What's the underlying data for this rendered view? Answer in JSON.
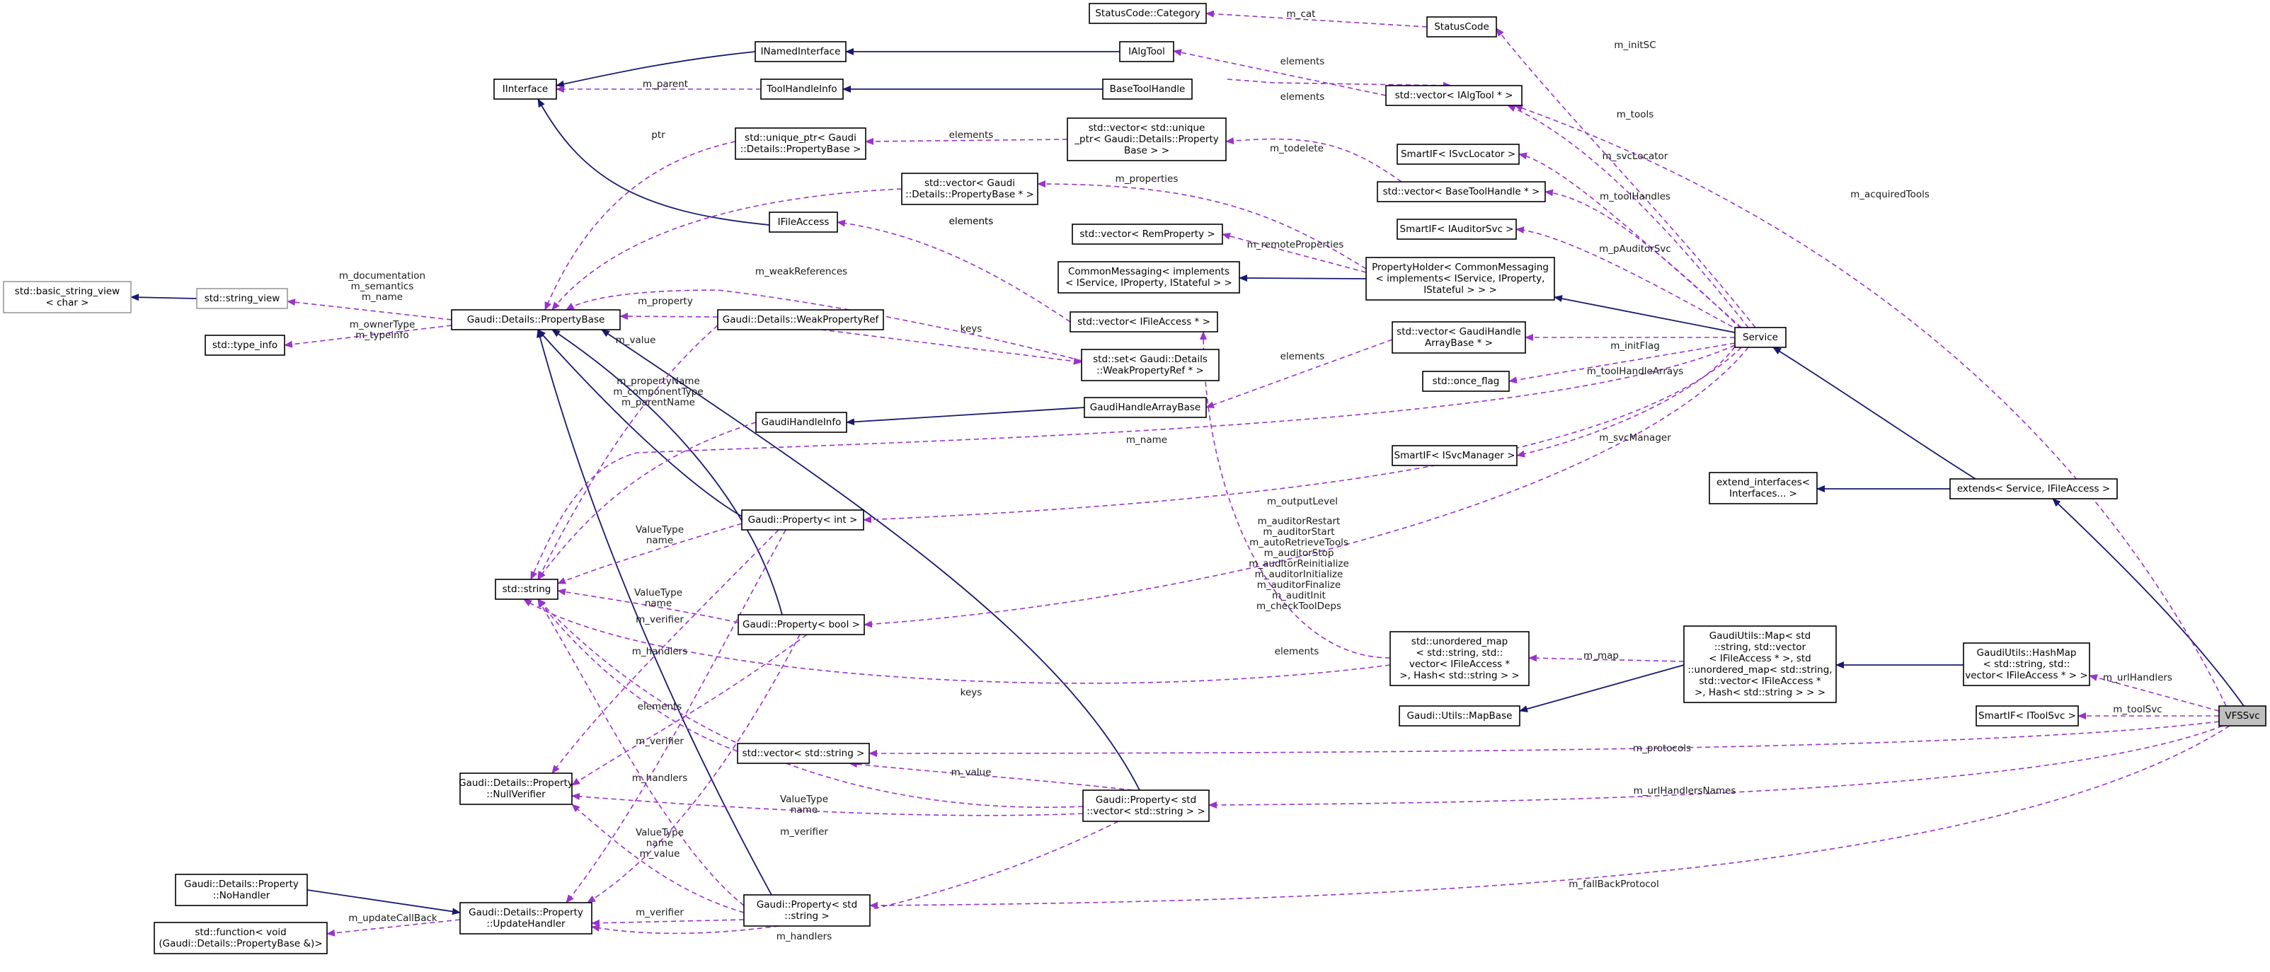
{
  "diagram": {
    "nodes": [
      {
        "id": "status_code_category",
        "label": [
          "StatusCode::Category"
        ]
      },
      {
        "id": "status_code",
        "label": [
          "StatusCode"
        ]
      },
      {
        "id": "inamed_interface",
        "label": [
          "INamedInterface"
        ]
      },
      {
        "id": "ialg_tool",
        "label": [
          "IAlgTool"
        ]
      },
      {
        "id": "iinterface",
        "label": [
          "IInterface"
        ]
      },
      {
        "id": "tool_handle_info",
        "label": [
          "ToolHandleInfo"
        ]
      },
      {
        "id": "base_tool_handle",
        "label": [
          "BaseToolHandle"
        ]
      },
      {
        "id": "vector_ialgtool",
        "label": [
          "std::vector< IAlgTool * >"
        ]
      },
      {
        "id": "unique_ptr_pb",
        "label": [
          "std::unique_ptr< Gaudi",
          "::Details::PropertyBase >"
        ]
      },
      {
        "id": "vector_unique_ptr_pb",
        "label": [
          "std::vector< std::unique",
          "_ptr< Gaudi::Details::Property",
          "Base > >"
        ]
      },
      {
        "id": "smartif_isvclocator",
        "label": [
          "SmartIF< ISvcLocator >"
        ]
      },
      {
        "id": "vector_pb_ptr",
        "label": [
          "std::vector< Gaudi",
          "::Details::PropertyBase * >"
        ]
      },
      {
        "id": "vector_basetoolhandle",
        "label": [
          "std::vector< BaseToolHandle * >"
        ]
      },
      {
        "id": "ifile_access",
        "label": [
          "IFileAccess"
        ]
      },
      {
        "id": "smartif_iauditorsvc",
        "label": [
          "SmartIF< IAuditorSvc >"
        ]
      },
      {
        "id": "vector_remproperty",
        "label": [
          "std::vector< RemProperty >"
        ]
      },
      {
        "id": "basic_string_view",
        "label": [
          "std::basic_string_view",
          "< char >"
        ]
      },
      {
        "id": "string_view",
        "label": [
          "std::string_view"
        ]
      },
      {
        "id": "common_messaging",
        "label": [
          "CommonMessaging< implements",
          "< IService, IProperty, IStateful > >"
        ]
      },
      {
        "id": "property_holder",
        "label": [
          "PropertyHolder< CommonMessaging",
          "< implements< IService, IProperty,",
          "IStateful > > >"
        ]
      },
      {
        "id": "weak_property_ref",
        "label": [
          "Gaudi::Details::WeakPropertyRef"
        ]
      },
      {
        "id": "property_base",
        "label": [
          "Gaudi::Details::PropertyBase"
        ]
      },
      {
        "id": "vector_ifileaccess",
        "label": [
          "std::vector< IFileAccess * >"
        ]
      },
      {
        "id": "type_info",
        "label": [
          "std::type_info"
        ]
      },
      {
        "id": "set_weakpropertyref",
        "label": [
          "std::set< Gaudi::Details",
          "::WeakPropertyRef * >"
        ]
      },
      {
        "id": "vector_gaudihandlearraybase",
        "label": [
          "std::vector< GaudiHandle",
          "ArrayBase * >"
        ]
      },
      {
        "id": "service",
        "label": [
          "Service"
        ]
      },
      {
        "id": "once_flag",
        "label": [
          "std::once_flag"
        ]
      },
      {
        "id": "gaudi_handle_array_base",
        "label": [
          "GaudiHandleArrayBase"
        ]
      },
      {
        "id": "gaudi_handle_info",
        "label": [
          "GaudiHandleInfo"
        ]
      },
      {
        "id": "smartif_isvcmanager",
        "label": [
          "SmartIF< ISvcManager >"
        ]
      },
      {
        "id": "extend_interfaces",
        "label": [
          "extend_interfaces<",
          "Interfaces... >"
        ]
      },
      {
        "id": "extends_service",
        "label": [
          "extends< Service, IFileAccess >"
        ]
      },
      {
        "id": "property_int",
        "label": [
          "Gaudi::Property< int >"
        ]
      },
      {
        "id": "std_string",
        "label": [
          "std::string"
        ]
      },
      {
        "id": "property_bool",
        "label": [
          "Gaudi::Property< bool >"
        ]
      },
      {
        "id": "unordered_map",
        "label": [
          "std::unordered_map",
          "< std::string, std::",
          "vector< IFileAccess *",
          " >, Hash< std::string > >"
        ]
      },
      {
        "id": "gaudi_utils_map",
        "label": [
          "GaudiUtils::Map< std",
          "::string, std::vector",
          "< IFileAccess * >, std",
          "::unordered_map< std::string,",
          "std::vector< IFileAccess *",
          " >, Hash< std::string > > >"
        ]
      },
      {
        "id": "gaudi_utils_hashmap",
        "label": [
          "GaudiUtils::HashMap",
          "< std::string, std::",
          "vector< IFileAccess * > >"
        ]
      },
      {
        "id": "gaudi_utils_mapbase",
        "label": [
          "Gaudi::Utils::MapBase"
        ]
      },
      {
        "id": "smartif_itoolsvc",
        "label": [
          "SmartIF< IToolSvc >"
        ]
      },
      {
        "id": "vfssvc",
        "label": [
          "VFSSvc"
        ]
      },
      {
        "id": "vector_string",
        "label": [
          "std::vector< std::string >"
        ]
      },
      {
        "id": "null_verifier",
        "label": [
          "Gaudi::Details::Property",
          "::NullVerifier"
        ]
      },
      {
        "id": "property_vector_string",
        "label": [
          "Gaudi::Property< std",
          "::vector< std::string > >"
        ]
      },
      {
        "id": "no_handler",
        "label": [
          "Gaudi::Details::Property",
          "::NoHandler"
        ]
      },
      {
        "id": "update_handler",
        "label": [
          "Gaudi::Details::Property",
          "::UpdateHandler"
        ]
      },
      {
        "id": "property_string",
        "label": [
          "Gaudi::Property< std",
          "::string >"
        ]
      },
      {
        "id": "std_function",
        "label": [
          "std::function< void",
          "(Gaudi::Details::PropertyBase &)>"
        ]
      }
    ],
    "edge_labels": [
      {
        "id": "m_cat",
        "lines": [
          "m_cat"
        ]
      },
      {
        "id": "m_initsc",
        "lines": [
          "m_initSC"
        ]
      },
      {
        "id": "elements_ialgtool",
        "lines": [
          "elements"
        ]
      },
      {
        "id": "m_parent",
        "lines": [
          "m_parent"
        ]
      },
      {
        "id": "elements_basetoolhandle",
        "lines": [
          "elements"
        ]
      },
      {
        "id": "m_tools",
        "lines": [
          "m_tools"
        ]
      },
      {
        "id": "m_acquiredtools",
        "lines": [
          "m_acquiredTools"
        ]
      },
      {
        "id": "ptr",
        "lines": [
          "ptr"
        ]
      },
      {
        "id": "elements_unique_ptr",
        "lines": [
          "elements"
        ]
      },
      {
        "id": "m_todelete",
        "lines": [
          "m_todelete"
        ]
      },
      {
        "id": "m_svclocator",
        "lines": [
          "m_svcLocator"
        ]
      },
      {
        "id": "m_properties",
        "lines": [
          "m_properties"
        ]
      },
      {
        "id": "m_toolhandles",
        "lines": [
          "m_toolHandles"
        ]
      },
      {
        "id": "elements_pb_ptr",
        "lines": [
          "elements"
        ]
      },
      {
        "id": "elements_ifileaccess",
        "lines": [
          "elements"
        ]
      },
      {
        "id": "m_remoteproperties",
        "lines": [
          "m_remoteProperties"
        ]
      },
      {
        "id": "m_pauditorsvc",
        "lines": [
          "m_pAuditorSvc"
        ]
      },
      {
        "id": "m_weakreferences",
        "lines": [
          "m_weakReferences"
        ]
      },
      {
        "id": "m_documentation",
        "lines": [
          "m_documentation",
          "m_semantics",
          "m_name"
        ]
      },
      {
        "id": "m_property",
        "lines": [
          "m_property"
        ]
      },
      {
        "id": "m_ownertype",
        "lines": [
          "m_ownerType",
          "m_typeinfo"
        ]
      },
      {
        "id": "keys_weakref",
        "lines": [
          "keys"
        ]
      },
      {
        "id": "m_value_weak",
        "lines": [
          "m_value"
        ]
      },
      {
        "id": "m_toolhandlearrays",
        "lines": [
          "m_toolHandleArrays"
        ]
      },
      {
        "id": "elements_gharraybase",
        "lines": [
          "elements"
        ]
      },
      {
        "id": "m_initflag",
        "lines": [
          "m_initFlag"
        ]
      },
      {
        "id": "m_propertyname",
        "lines": [
          "m_propertyName",
          "m_componentType",
          "m_parentName"
        ]
      },
      {
        "id": "m_name",
        "lines": [
          "m_name"
        ]
      },
      {
        "id": "m_svcmanager",
        "lines": [
          "m_svcManager"
        ]
      },
      {
        "id": "m_outputlevel",
        "lines": [
          "m_outputLevel"
        ]
      },
      {
        "id": "valuetype_int",
        "lines": [
          "ValueType",
          "name"
        ]
      },
      {
        "id": "m_auditors",
        "lines": [
          "m_auditorRestart",
          "m_auditorStart",
          "m_autoRetrieveTools",
          "m_auditorStop",
          "m_auditorReinitialize",
          "m_auditorInitialize",
          "m_auditorFinalize",
          "m_auditInit",
          "m_checkToolDeps"
        ]
      },
      {
        "id": "valuetype_bool",
        "lines": [
          "ValueType",
          "name"
        ]
      },
      {
        "id": "m_verifier_int",
        "lines": [
          "m_verifier"
        ]
      },
      {
        "id": "m_handlers_int",
        "lines": [
          "m_handlers"
        ]
      },
      {
        "id": "elements_map",
        "lines": [
          "elements"
        ]
      },
      {
        "id": "m_map",
        "lines": [
          "m_map"
        ]
      },
      {
        "id": "keys_map",
        "lines": [
          "keys"
        ]
      },
      {
        "id": "m_urlhandlers",
        "lines": [
          "m_urlHandlers"
        ]
      },
      {
        "id": "elements_string",
        "lines": [
          "elements"
        ]
      },
      {
        "id": "m_toolsvc",
        "lines": [
          "m_toolSvc"
        ]
      },
      {
        "id": "m_verifier_bool",
        "lines": [
          "m_verifier"
        ]
      },
      {
        "id": "m_protocols",
        "lines": [
          "m_protocols"
        ]
      },
      {
        "id": "m_value_vs",
        "lines": [
          "m_value"
        ]
      },
      {
        "id": "m_handlers_bool",
        "lines": [
          "m_handlers"
        ]
      },
      {
        "id": "m_urlhandlersnames",
        "lines": [
          "m_urlHandlersNames"
        ]
      },
      {
        "id": "valuetype_vs",
        "lines": [
          "ValueType",
          "name"
        ]
      },
      {
        "id": "m_verifier_vs",
        "lines": [
          "m_verifier"
        ]
      },
      {
        "id": "valuetype_str",
        "lines": [
          "ValueType",
          "name",
          "m_value"
        ]
      },
      {
        "id": "m_fallbackprotocol",
        "lines": [
          "m_fallBackProtocol"
        ]
      },
      {
        "id": "m_updatecallback",
        "lines": [
          "m_updateCallBack"
        ]
      },
      {
        "id": "m_verifier_str",
        "lines": [
          "m_verifier"
        ]
      },
      {
        "id": "m_handlers_str",
        "lines": [
          "m_handlers"
        ]
      }
    ]
  },
  "colors": {
    "inheritance_edge": "#191970",
    "usage_edge": "#9a32cd",
    "focus_node_fill": "#bfbfbf",
    "unlinked_node_border": "#9a9a9a"
  }
}
